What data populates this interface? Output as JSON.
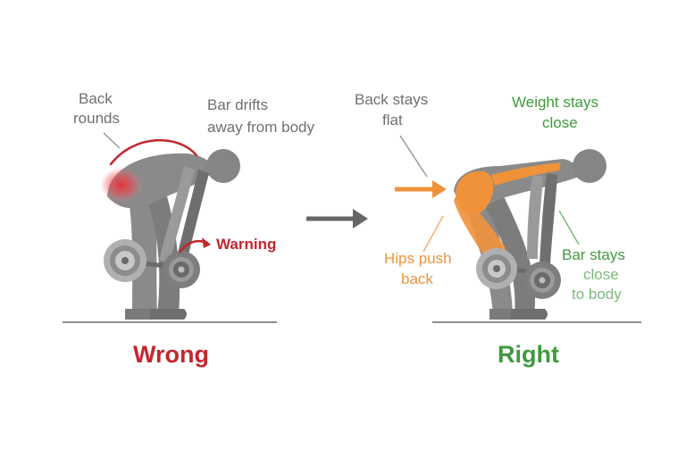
{
  "wrong": {
    "caption": "Wrong",
    "back_label_1": "Back",
    "back_label_2": "rounds",
    "bar_label_1": "Bar drifts",
    "bar_label_2": "away from body",
    "warning": "Warning"
  },
  "right": {
    "caption": "Right",
    "back_label_1": "Back stays",
    "back_label_2": "flat",
    "weight_label_1": "Weight stays",
    "weight_label_2": "close",
    "hips_label_1": "Hips push",
    "hips_label_2": "back",
    "bar_label_1": "Bar stays",
    "bar_label_2": "close",
    "bar_label_3": "to body"
  },
  "colors": {
    "wrong": "#c1272d",
    "right": "#3f9a3f",
    "highlight": "#f0923a",
    "figure": "#8a8a8a"
  }
}
